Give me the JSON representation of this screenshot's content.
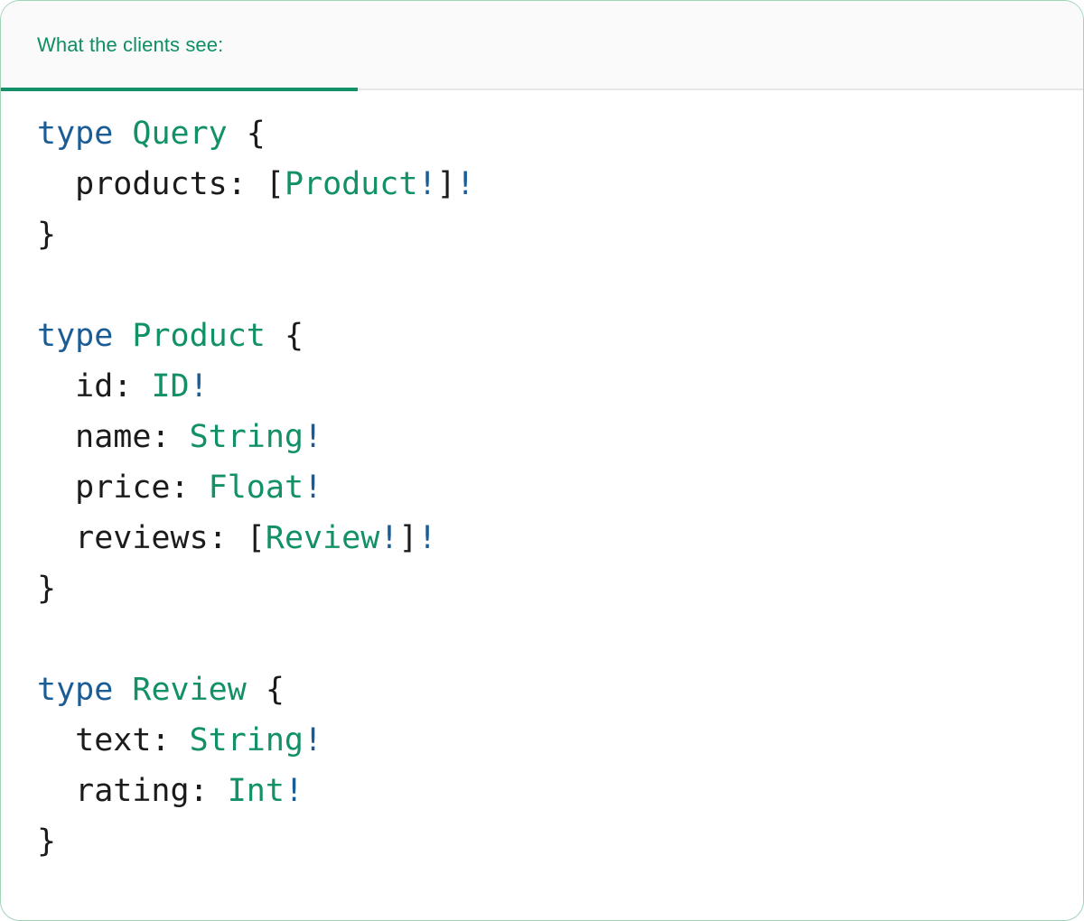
{
  "panel": {
    "border_color": "#9ed3b8",
    "background": "#ffffff"
  },
  "tabbar": {
    "background": "#fafafa",
    "active_tab": {
      "label": "What the clients see:",
      "color": "#0e8f63",
      "underline_color": "#129068",
      "selected": true
    }
  },
  "syntax_colors": {
    "keyword": "#1a5c96",
    "type_name": "#129068",
    "punctuation": "#1b1b1b",
    "non_null": "#1a5c96"
  },
  "code": {
    "language": "graphql",
    "text": "type Query {\n  products: [Product!]!\n}\n\ntype Product {\n  id: ID!\n  name: String!\n  price: Float!\n  reviews: [Review!]!\n}\n\ntype Review {\n  text: String!\n  rating: Int!\n}",
    "lines": [
      {
        "id": "l1",
        "tokens": [
          {
            "t": "type",
            "c": "kw"
          },
          {
            "t": " ",
            "c": "punc"
          },
          {
            "t": "Query",
            "c": "tname"
          },
          {
            "t": " {",
            "c": "punc"
          }
        ]
      },
      {
        "id": "l2",
        "tokens": [
          {
            "t": "  products: [",
            "c": "punc"
          },
          {
            "t": "Product",
            "c": "tname"
          },
          {
            "t": "!",
            "c": "bang"
          },
          {
            "t": "]",
            "c": "punc"
          },
          {
            "t": "!",
            "c": "bang"
          }
        ]
      },
      {
        "id": "l3",
        "tokens": [
          {
            "t": "}",
            "c": "punc"
          }
        ]
      },
      {
        "id": "l4",
        "tokens": []
      },
      {
        "id": "l5",
        "tokens": [
          {
            "t": "type",
            "c": "kw"
          },
          {
            "t": " ",
            "c": "punc"
          },
          {
            "t": "Product",
            "c": "tname"
          },
          {
            "t": " {",
            "c": "punc"
          }
        ]
      },
      {
        "id": "l6",
        "tokens": [
          {
            "t": "  id: ",
            "c": "punc"
          },
          {
            "t": "ID",
            "c": "tname"
          },
          {
            "t": "!",
            "c": "bang"
          }
        ]
      },
      {
        "id": "l7",
        "tokens": [
          {
            "t": "  name: ",
            "c": "punc"
          },
          {
            "t": "String",
            "c": "tname"
          },
          {
            "t": "!",
            "c": "bang"
          }
        ]
      },
      {
        "id": "l8",
        "tokens": [
          {
            "t": "  price: ",
            "c": "punc"
          },
          {
            "t": "Float",
            "c": "tname"
          },
          {
            "t": "!",
            "c": "bang"
          }
        ]
      },
      {
        "id": "l9",
        "tokens": [
          {
            "t": "  reviews: [",
            "c": "punc"
          },
          {
            "t": "Review",
            "c": "tname"
          },
          {
            "t": "!",
            "c": "bang"
          },
          {
            "t": "]",
            "c": "punc"
          },
          {
            "t": "!",
            "c": "bang"
          }
        ]
      },
      {
        "id": "l10",
        "tokens": [
          {
            "t": "}",
            "c": "punc"
          }
        ]
      },
      {
        "id": "l11",
        "tokens": []
      },
      {
        "id": "l12",
        "tokens": [
          {
            "t": "type",
            "c": "kw"
          },
          {
            "t": " ",
            "c": "punc"
          },
          {
            "t": "Review",
            "c": "tname"
          },
          {
            "t": " {",
            "c": "punc"
          }
        ]
      },
      {
        "id": "l13",
        "tokens": [
          {
            "t": "  text: ",
            "c": "punc"
          },
          {
            "t": "String",
            "c": "tname"
          },
          {
            "t": "!",
            "c": "bang"
          }
        ]
      },
      {
        "id": "l14",
        "tokens": [
          {
            "t": "  rating: ",
            "c": "punc"
          },
          {
            "t": "Int",
            "c": "tname"
          },
          {
            "t": "!",
            "c": "bang"
          }
        ]
      },
      {
        "id": "l15",
        "tokens": [
          {
            "t": "}",
            "c": "punc"
          }
        ]
      }
    ]
  }
}
